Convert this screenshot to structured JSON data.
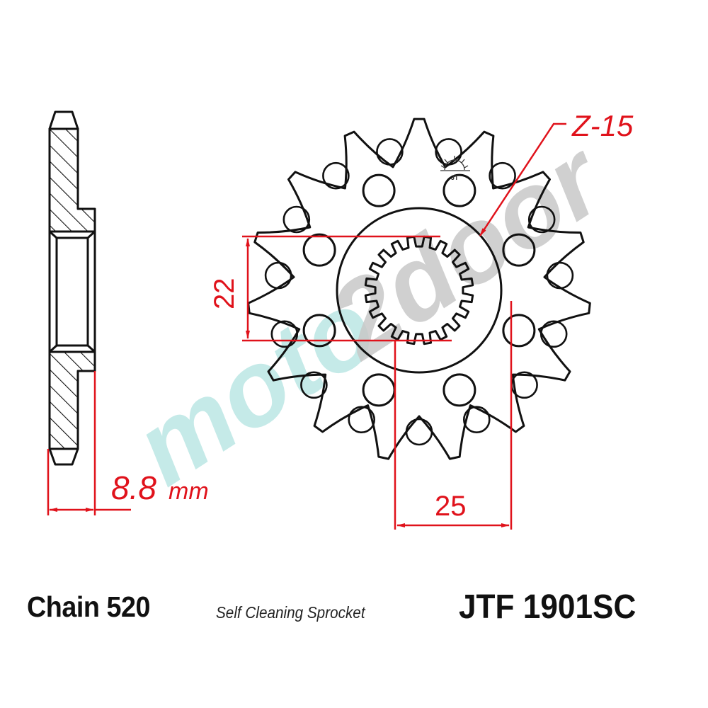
{
  "product": {
    "part_number": "JTF 1901SC",
    "chain_label": "Chain 520",
    "description": "Self Cleaning Sprocket"
  },
  "dimensions": {
    "teeth": "Z-15",
    "teeth_count": 15,
    "spline_diameter": "22",
    "spline_width": "25",
    "thickness_value": "8.8",
    "thickness_unit": "mm"
  },
  "watermark": {
    "text_part1": "moto",
    "text_part2": "2door",
    "color1": "#bfe8e6",
    "color2": "#c8c8c8"
  },
  "colors": {
    "outline": "#111111",
    "dimension": "#e0121b",
    "background": "#ffffff"
  },
  "icons": {
    "brand_logo": "jt-sun-logo-icon"
  }
}
